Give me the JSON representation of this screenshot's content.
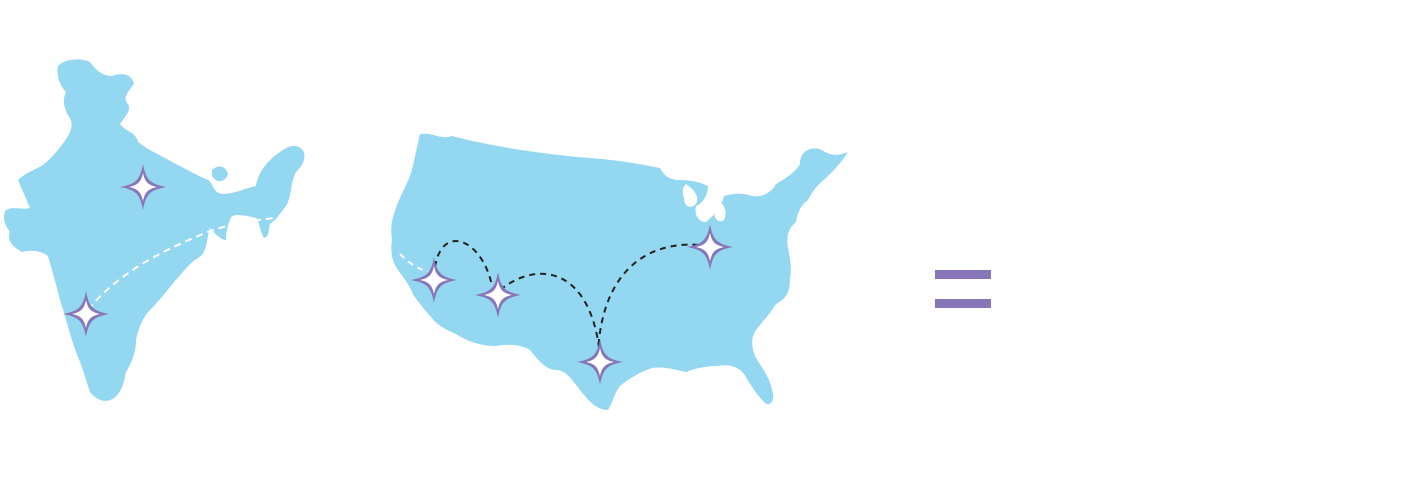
{
  "colors": {
    "land": "#94d7f0",
    "star_stroke": "#8777b9",
    "star_fill": "#ffffff",
    "equals": "#8777b9",
    "india_route": "#ffffff",
    "usa_route": "#222222"
  },
  "icons": {
    "marker": "four-point-star-icon",
    "operator": "equals-icon"
  },
  "india_map": {
    "label": "india-map",
    "stars": 2
  },
  "usa_map": {
    "label": "usa-map",
    "stars": 4
  }
}
